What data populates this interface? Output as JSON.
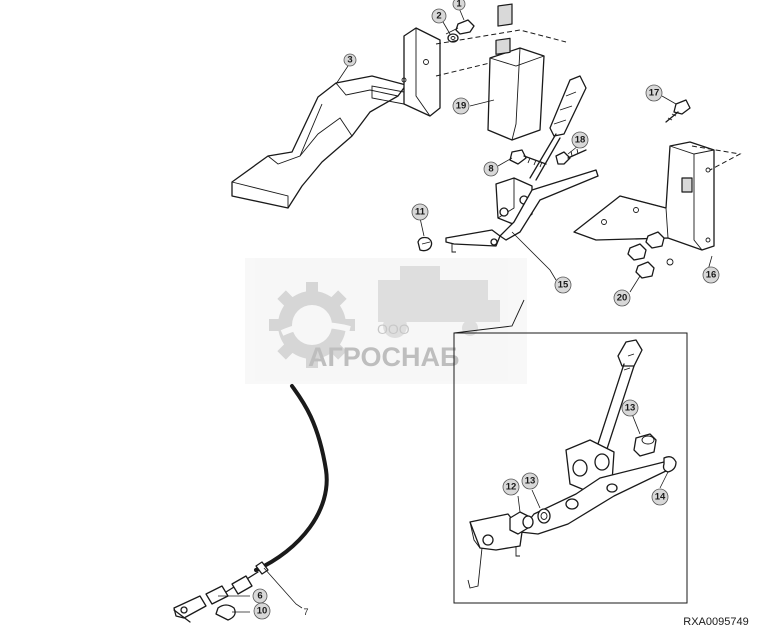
{
  "diagram": {
    "reference_code": "RXA0095749",
    "watermark": {
      "prefix": "ООО",
      "name": "АГРОСНАБ"
    },
    "callouts": [
      {
        "id": "c1",
        "label": "1",
        "style": "circle"
      },
      {
        "id": "c2",
        "label": "2",
        "style": "circle"
      },
      {
        "id": "c3",
        "label": "3",
        "style": "circle"
      },
      {
        "id": "c6",
        "label": "6",
        "style": "circle"
      },
      {
        "id": "c7",
        "label": "7",
        "style": "plain"
      },
      {
        "id": "c8",
        "label": "8",
        "style": "circle"
      },
      {
        "id": "c10",
        "label": "10",
        "style": "circle"
      },
      {
        "id": "c11",
        "label": "11",
        "style": "circle"
      },
      {
        "id": "c12",
        "label": "12",
        "style": "circle"
      },
      {
        "id": "c13a",
        "label": "13",
        "style": "circle"
      },
      {
        "id": "c13b",
        "label": "13",
        "style": "circle"
      },
      {
        "id": "c14",
        "label": "14",
        "style": "circle"
      },
      {
        "id": "c15",
        "label": "15",
        "style": "circle"
      },
      {
        "id": "c16",
        "label": "16",
        "style": "circle"
      },
      {
        "id": "c17",
        "label": "17",
        "style": "circle"
      },
      {
        "id": "c18",
        "label": "18",
        "style": "circle"
      },
      {
        "id": "c19",
        "label": "19",
        "style": "circle"
      },
      {
        "id": "c20",
        "label": "20",
        "style": "circle"
      }
    ]
  }
}
